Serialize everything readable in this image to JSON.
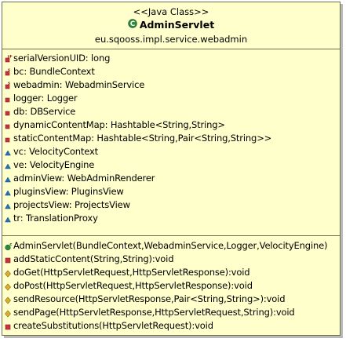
{
  "class_box": {
    "stereotype": "<<Java Class>>",
    "name": "AdminServlet",
    "package": "eu.sqooss.impl.service.webadmin",
    "fields": [
      {
        "text": "serialVersionUID: long",
        "icon": "private-static-final-field-icon"
      },
      {
        "text": "bc: BundleContext",
        "icon": "private-static-field-icon"
      },
      {
        "text": "webadmin: WebadminService",
        "icon": "private-static-field-icon"
      },
      {
        "text": "logger: Logger",
        "icon": "private-field-icon"
      },
      {
        "text": "db: DBService",
        "icon": "private-field-icon"
      },
      {
        "text": "dynamicContentMap: Hashtable<String,String>",
        "icon": "private-field-icon"
      },
      {
        "text": "staticContentMap: Hashtable<String,Pair<String,String>>",
        "icon": "private-field-icon"
      },
      {
        "text": "vc: VelocityContext",
        "icon": "package-field-icon"
      },
      {
        "text": "ve: VelocityEngine",
        "icon": "package-field-icon"
      },
      {
        "text": "adminView: WebAdminRenderer",
        "icon": "package-field-icon"
      },
      {
        "text": "pluginsView: PluginsView",
        "icon": "package-field-icon"
      },
      {
        "text": "projectsView: ProjectsView",
        "icon": "package-field-icon"
      },
      {
        "text": "tr: TranslationProxy",
        "icon": "package-field-icon"
      }
    ],
    "methods": [
      {
        "text": "AdminServlet(BundleContext,WebadminService,Logger,VelocityEngine)",
        "icon": "public-constructor-icon"
      },
      {
        "text": "addStaticContent(String,String):void",
        "icon": "private-method-icon"
      },
      {
        "text": "doGet(HttpServletRequest,HttpServletResponse):void",
        "icon": "protected-method-icon"
      },
      {
        "text": "doPost(HttpServletRequest,HttpServletResponse):void",
        "icon": "protected-method-icon"
      },
      {
        "text": "sendResource(HttpServletResponse,Pair<String,String>):void",
        "icon": "protected-method-icon"
      },
      {
        "text": "sendPage(HttpServletResponse,HttpServletRequest,String):void",
        "icon": "protected-method-icon"
      },
      {
        "text": "createSubstitutions(HttpServletRequest):void",
        "icon": "private-method-icon"
      }
    ]
  },
  "colors": {
    "box_fill": "#ffffcc",
    "box_border": "#6e6e49",
    "private": "#c8323c",
    "package": "#2a6fb5",
    "protected": "#d9b12a",
    "public": "#2e8b3e"
  }
}
